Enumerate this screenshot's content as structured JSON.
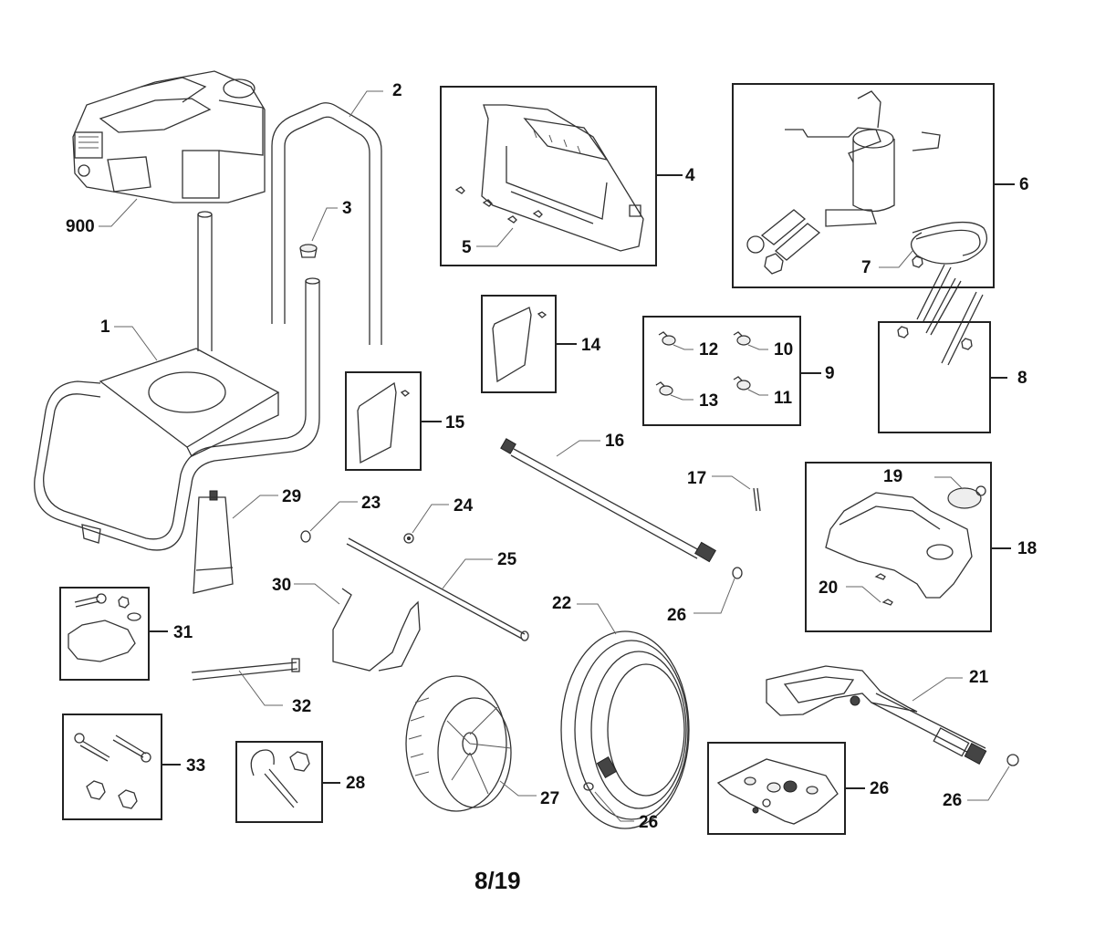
{
  "diagram": {
    "type": "exploded-parts-diagram",
    "page_indicator": "8/19",
    "callouts": {
      "engine": "900",
      "frame": "1",
      "handle": "2",
      "handle_cap": "3",
      "control_panel_kit": "4",
      "panel_screws": "5",
      "pump_kit": "6",
      "tube": "7",
      "bolt_kit": "8",
      "nozzle_kit": "9",
      "nozzle_10": "10",
      "nozzle_11": "11",
      "nozzle_12": "12",
      "nozzle_13": "13",
      "decal_14": "14",
      "decal_15": "15",
      "lance": "16",
      "pin": "17",
      "detergent_tank_kit": "18",
      "tank_cap": "19",
      "tank_screws": "20",
      "spray_gun": "21",
      "hose": "22",
      "ring_23": "23",
      "washer_24": "24",
      "axle": "25",
      "o_ring_lance": "26",
      "o_ring_hose": "26",
      "o_ring_gun": "26",
      "o_ring_kit": "26",
      "wheel": "27",
      "hook_kit": "28",
      "soap_tube": "29",
      "hose_hanger": "30",
      "foot_kit": "31",
      "bolt_32": "32",
      "handle_knob_kit": "33"
    }
  }
}
